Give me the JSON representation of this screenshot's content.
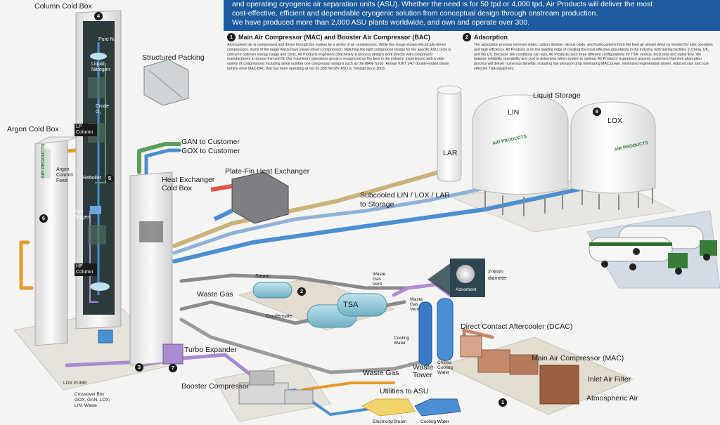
{
  "header": {
    "line1": "and operating cryogenic air separation units (ASU). Whether the need is for 50 tpd or 4,000 tpd, Air Products will deliver the most",
    "line2": "cost-effective, efficient and dependable cryogenic solution from conceptual design through onstream production.",
    "line3": "We have produced more than 2,000 ASU plants worldwide, and own and operate over 300."
  },
  "section1": {
    "number": "1",
    "title": "Main Air Compressor (MAC) and Booster Air Compressor (BAC)",
    "body": "Atmospheric air is compressed and driven through the system by a series of air compressors. While this image shows electrically-driven compressors, many of the larger ASUs have steam-driven compression. Matching the right compressor design for the specific ASU cycle is critical to optimize energy usage and costs. Air Products engineers (machinery & process design) work directly with compressor manufacturers to assure the best fit. Our machinery operations group is recognized as the best in the industry, experienced with a wide variety of compressors, including serial number one compressor designs such as the MAN-Turbo “Airman KIKT 140” double-ended steam turbine drive MAC/BAC that has been operating at our 81,300 Nm3/hr ASU in Trinidad since 2003."
  },
  "section2": {
    "number": "2",
    "title": "Adsorption",
    "body": "The adsorption process removes water, carbon dioxide, nitrous oxide, and hydrocarbons from the feed air stream which is needed for safe operation and high efficiency. Air Products is on the leading edge of creating the most effective absorbents in the industry, with testing facilities in China, UK, and the US. Because site conditions can vary, Air Products uses three different configurations for TSA: vertical, horizontal and radial flow. We balance reliability, operability and cost to determine which system is optimal. Air Products' experience assures customers that their absorption process will deliver numerous benefits, including low pressure drop minimizing MAC power, minimized regeneration power, reduced size and cost-effective TSA equipment."
  },
  "labels": {
    "column_cold_box": "Column Cold Box",
    "pure_n2": "Pure N₂",
    "liquid_nitrogen": "Liquid Nitrogen",
    "crude_o2": "Crude O₂",
    "lp_column": "LP Column",
    "reboiler": "Reboiler",
    "pure_oxygen": "Pure Oxygen",
    "hp_column": "HP Column",
    "structured_packing": "Structured Packing",
    "argon_cold_box": "Argon Cold Box",
    "argon_column_feed": "Argon Column Feed",
    "gan_to_customer": "GAN to Customer",
    "gox_to_customer": "GOX to Customer",
    "plate_fin": "Plate-Fin Heat Exchanger",
    "heat_exchanger_cold_box": "Heat Exchanger Cold Box",
    "subcooled": "Subcooled LIN / LOX / LAR",
    "to_storage": "to Storage",
    "lar": "LAR",
    "lin": "LIN",
    "lox": "LOX",
    "liquid_storage": "Liquid Storage",
    "waste_gas": "Waste Gas",
    "waste_gas_2": "Waste Gas",
    "steam": "Steam",
    "condensate": "Condensate",
    "tsa": "TSA",
    "waste_gas_vent": "Waste Gas Vent",
    "waste_gas_vent_2": "Waste Gas Vent",
    "cooling_water": "Cooling Water",
    "waste_tower": "Waste Tower",
    "chilled_cooling_water": "Chilled Cooling Water",
    "adsorbent": "Adsorbent",
    "diameter": "2-3mm diameter",
    "dcac": "Direct Contact Aftercooler (DCAC)",
    "mac": "Main Air Compressor (MAC)",
    "inlet_air_filter": "Inlet Air Filter",
    "atmospheric_air": "Atmospheric Air",
    "turbo_expander": "Turbo Expander",
    "booster_compressor": "Booster Compressor",
    "lox_pump": "LOX PUMP",
    "crossover_box": "Crossover Box GOX, GAN, LOX, LIN, Waste",
    "utilities": "Utilities to ASU",
    "electricity_steam": "Electricity/Steam",
    "cooling_water_util": "Cooling Water",
    "air_products": "AIR PRODUCTS",
    "air_products_2": "AIR PRODUCTS",
    "air_products_3": "AIR PRODUCTS"
  },
  "markers": [
    "1",
    "2",
    "3",
    "4",
    "5",
    "6",
    "7",
    "8"
  ],
  "colors": {
    "banner": "#1d5a9e",
    "pipe_tan": "#c9b27a",
    "pipe_blue": "#4a8fd4",
    "pipe_green": "#5aa05a",
    "pipe_purple": "#a98bd0",
    "pipe_orange": "#e59a2a",
    "pipe_gray": "#777777",
    "tank_white": "#f2f2f2",
    "tsa_blue": "#8ec6d6",
    "dark_column": "#2c3b3b",
    "mac_brown": "#c48a6a"
  }
}
